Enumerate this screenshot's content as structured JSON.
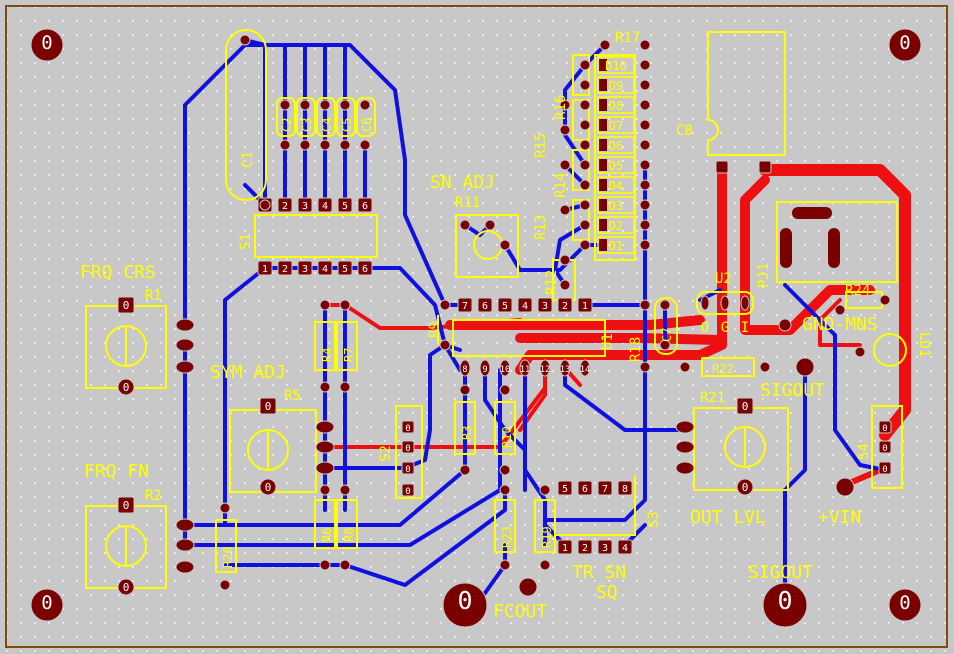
{
  "colors": {
    "board": "#c8c8c8",
    "outline": "#7a4a10",
    "grid": "#ffffff",
    "silk": "#ffff00",
    "copper_bottom": "#1010e0",
    "copper_top": "#ee1010",
    "pad": "#7a0000",
    "pad_label": "#ffffff"
  },
  "labels": {
    "frq_crs": "FRQ CRS",
    "frq_fn": "FRQ FN",
    "sym_adj": "SYM ADJ",
    "sn_adj": "SN ADJ",
    "out_lvl": "OUT LVL",
    "vin": "+VIN",
    "gnd_mns": "GND-MNS",
    "sigout_upper": "SIGOUT",
    "sigout_lower": "SIGOUT",
    "fcout": "FCOUT",
    "tr_sn": "TR  SN",
    "sq": "SQ"
  },
  "refdes": {
    "R1": "R1",
    "R2": "R2",
    "R3": "R3",
    "R4": "R4",
    "R5": "R5",
    "R6": "R6",
    "R7": "R7",
    "R8": "R8",
    "R9": "R9",
    "R10": "R10",
    "R11": "R11",
    "R12": "R12",
    "R13": "R13",
    "R14": "R14",
    "R15": "R15",
    "R16": "R16",
    "R17": "R17",
    "R18": "R18",
    "R19": "R19",
    "R20": "R20",
    "R21": "R21",
    "R22": "R22",
    "R23": "R23",
    "R24": "R24",
    "C1": "C1",
    "C2": "C2",
    "C3": "C3",
    "C4": "C4",
    "C5": "C5",
    "C6": "C6",
    "C7": "C7",
    "C8": "C8",
    "S1": "S1",
    "S2": "S2",
    "S3": "S3",
    "S4": "S4",
    "U1": "U1",
    "U2": "U2",
    "PJ1": "PJ1",
    "LD1": "LD1"
  },
  "diodes": [
    "D10",
    "D9",
    "D8",
    "D7",
    "D6",
    "D5",
    "D4",
    "D3",
    "D2",
    "D1"
  ],
  "pad_numbers": {
    "s1_top": [
      "1",
      "2",
      "3",
      "4",
      "5",
      "6"
    ],
    "s1_bottom": [
      "1",
      "2",
      "3",
      "4",
      "5",
      "6"
    ],
    "u1_top": [
      "7",
      "6",
      "5",
      "4",
      "3",
      "2",
      "1"
    ],
    "u1_bottom": [
      "8",
      "9",
      "10",
      "11",
      "12",
      "13",
      "14"
    ],
    "s3_top": [
      "5",
      "6",
      "7",
      "8"
    ],
    "s3_bottom": [
      "1",
      "2",
      "3",
      "4"
    ],
    "u2": [
      "O",
      "G",
      "I"
    ],
    "mount": "0"
  }
}
